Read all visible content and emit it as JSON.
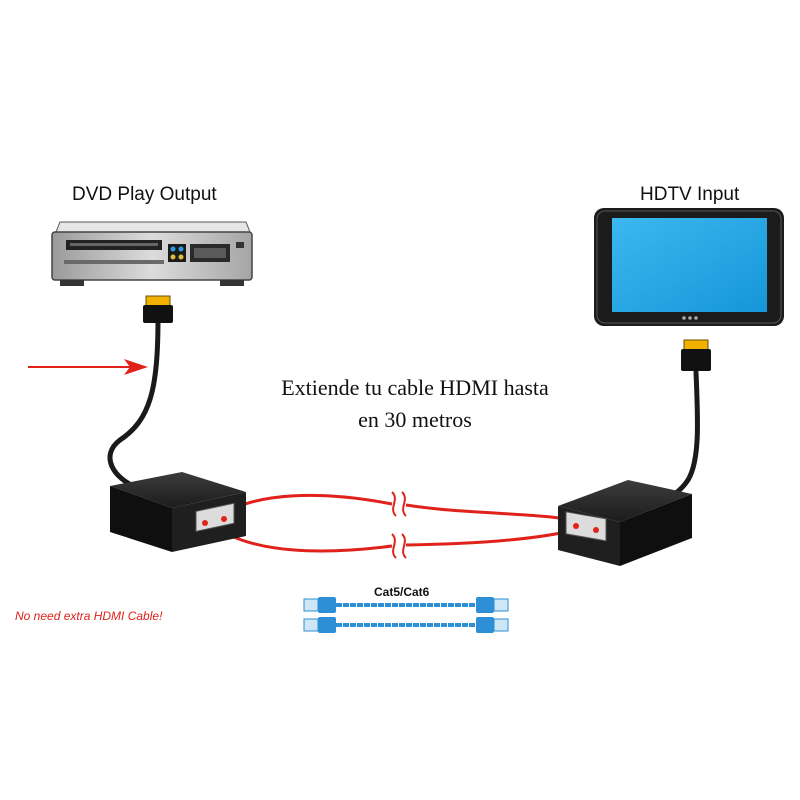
{
  "labels": {
    "dvd": "DVD Play Output",
    "tv": "HDTV  Input",
    "caption_line1": "Extiende tu cable HDMI hasta",
    "caption_line2": "en 30 metros",
    "note": "No need  extra  HDMI Cable!",
    "cable_type": "Cat5/Cat6"
  },
  "colors": {
    "accent": "#e0221b",
    "screen": "#1fa8e8",
    "device": "#1a1a1a",
    "hdmi_plug": "#f2b000",
    "ethernet": "#2d8fd6"
  },
  "icons": {
    "source": "dvd-player-icon",
    "display": "tv-icon",
    "transmitter": "extender-box-icon",
    "receiver": "extender-box-icon",
    "arrow": "arrow-right-icon",
    "cable": "ethernet-cable-icon"
  }
}
